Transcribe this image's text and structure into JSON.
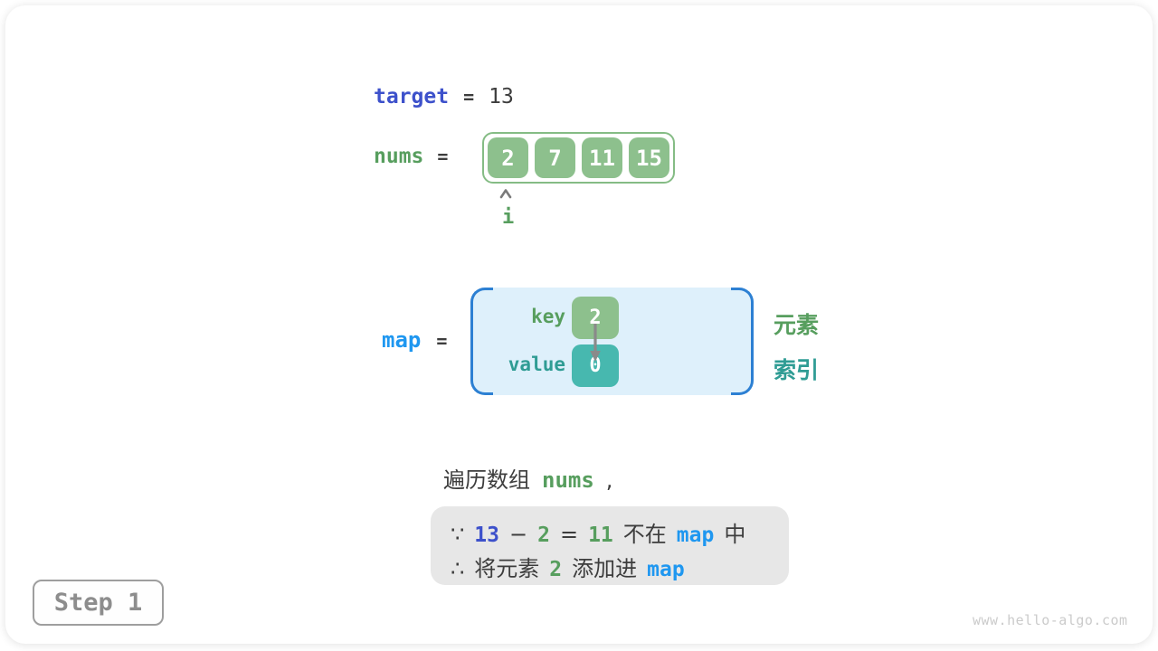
{
  "colors": {
    "green-box": "#8dc08d",
    "green-border": "#85bc85",
    "green-text": "#579e5e",
    "teal-box": "#47b8af",
    "teal-text": "#2f9c94",
    "royal-blue": "#3d51cb",
    "sky-blue": "#1f97f0",
    "dark-text": "#3d3d3d",
    "panel-bg": "#def0fb",
    "panel-border": "#2d80d3",
    "note-bg": "#e7e7e7",
    "step-gray": "#8d8d8d",
    "watermark-gray": "#cbcbcb",
    "arrow-gray": "#8a8a8a"
  },
  "target_row": {
    "label": "target",
    "equals": "=",
    "value": "13"
  },
  "nums_row": {
    "label": "nums",
    "equals": "=",
    "values": [
      "2",
      "7",
      "11",
      "15"
    ],
    "pointer_label": "i"
  },
  "map_row": {
    "label": "map",
    "equals": "=",
    "key_label": "key",
    "key_value": "2",
    "value_label": "value",
    "value_value": "0",
    "element_label": "元素",
    "index_label": "索引"
  },
  "caption": {
    "prefix": "遍历数组",
    "code": "nums",
    "comma": ","
  },
  "note": {
    "line1": [
      "∵",
      "13",
      "−",
      "2",
      "=",
      "11",
      "不在",
      "map",
      "中"
    ],
    "line2": [
      "∴",
      "将元素",
      "2",
      "添加进",
      "map"
    ]
  },
  "footer": {
    "step_label": "Step 1",
    "watermark": "www.hello-algo.com"
  }
}
